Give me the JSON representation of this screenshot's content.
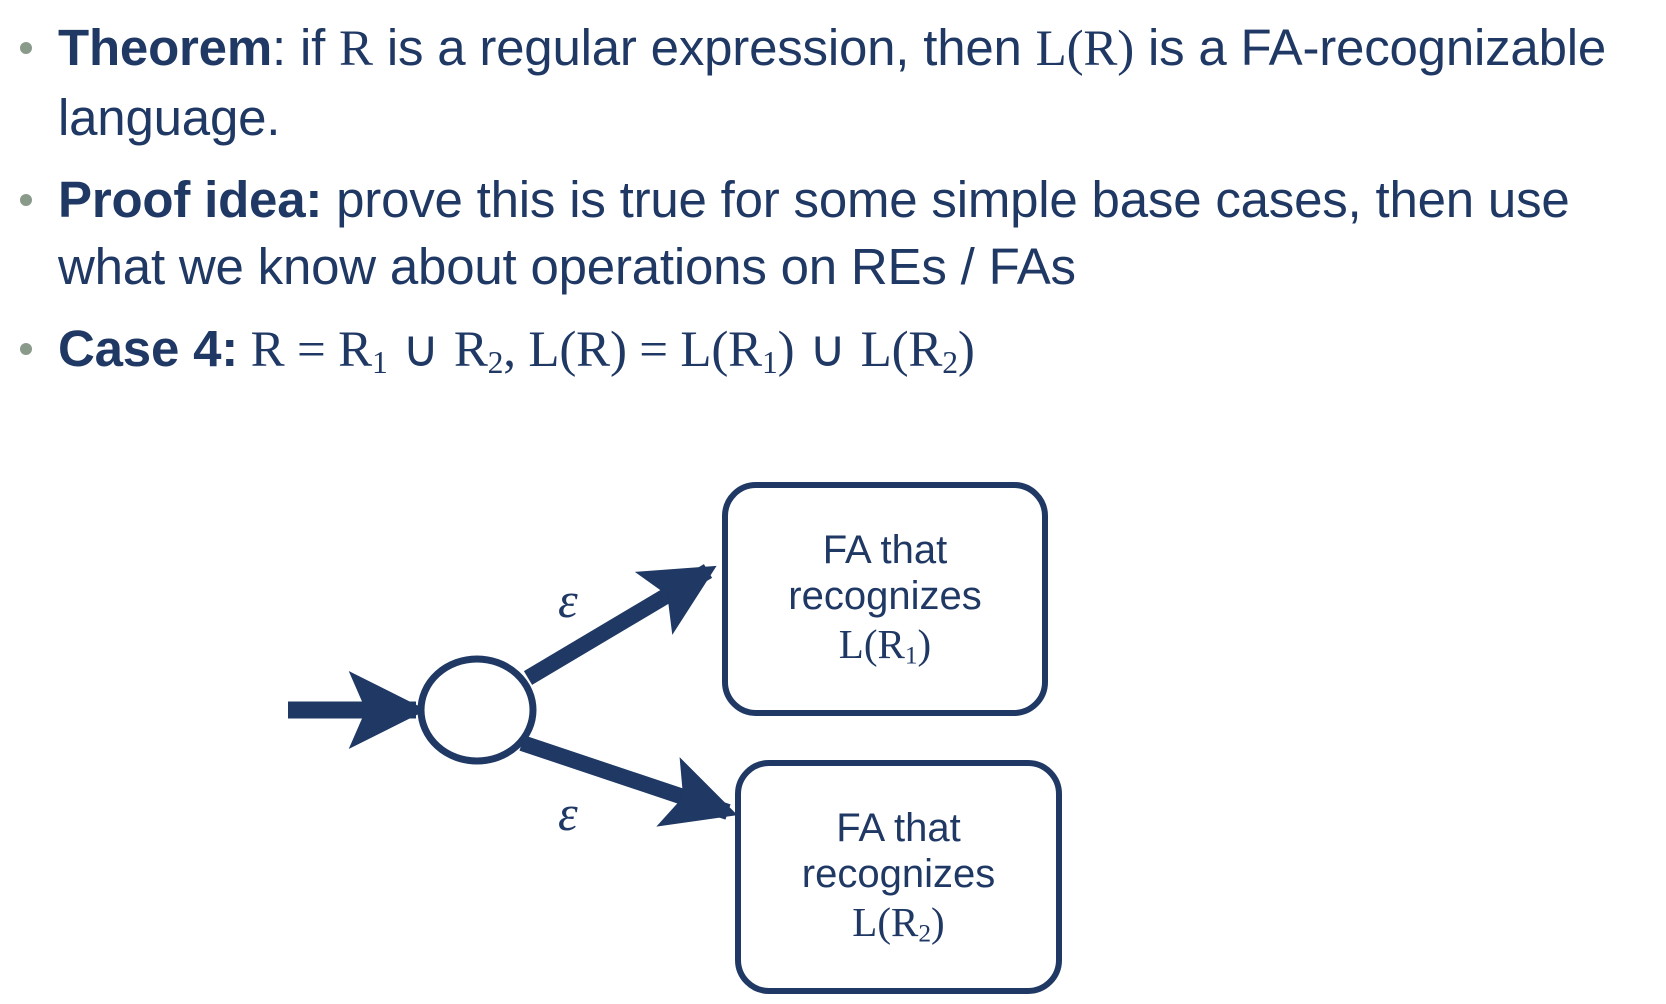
{
  "slide": {
    "accent_color": "#1f3864",
    "bullet_marker_color": "#8a9a8a",
    "background_color": "#ffffff"
  },
  "bullets": [
    {
      "id": "theorem",
      "lead": "Theorem",
      "lead_suffix": ":",
      "text_part_1": " if ",
      "math_1": "R",
      "text_part_2": " is a regular expression, then ",
      "math_2": "L(R)",
      "text_part_3": " is a FA-recognizable language."
    },
    {
      "id": "proof-idea",
      "lead": "Proof idea:",
      "text": " prove this is true for some simple base cases, then use what we know about operations on REs / FAs"
    },
    {
      "id": "case-4",
      "lead": "Case 4:",
      "formula": {
        "lhs_var": "R",
        "eq": "=",
        "r1": "R",
        "r1_sub": "1",
        "union": "∪",
        "r2": "R",
        "r2_sub": "2",
        "comma": ",",
        "lang_lhs": "L(R)",
        "eq2": "=",
        "lang_r1_open": "L(R",
        "lang_r1_sub": "1",
        "lang_r1_close": ")",
        "union2": "∪",
        "lang_r2_open": "L(R",
        "lang_r2_sub": "2",
        "lang_r2_close": ")"
      }
    }
  ],
  "diagram": {
    "type": "nfa-union-construction",
    "start_arrow": {
      "label": ""
    },
    "start_state": {
      "label": "",
      "shape": "circle"
    },
    "transitions": [
      {
        "id": "upper",
        "label": "ε",
        "target": "fa-box-1"
      },
      {
        "id": "lower",
        "label": "ε",
        "target": "fa-box-2"
      }
    ],
    "boxes": [
      {
        "id": "fa-box-1",
        "line1": "FA that",
        "line2": "recognizes",
        "line3_prefix": "L(R",
        "line3_sub": "1",
        "line3_suffix": ")"
      },
      {
        "id": "fa-box-2",
        "line1": "FA that",
        "line2": "recognizes",
        "line3_prefix": "L(R",
        "line3_sub": "2",
        "line3_suffix": ")"
      }
    ]
  }
}
